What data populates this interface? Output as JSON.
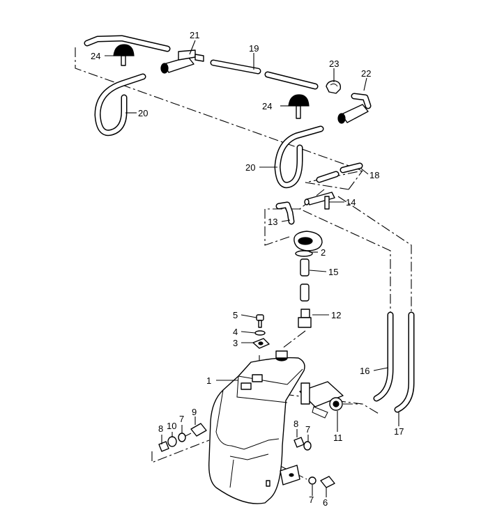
{
  "callouts": [
    {
      "id": "c1",
      "text": "1"
    },
    {
      "id": "c2",
      "text": "2"
    },
    {
      "id": "c3",
      "text": "3"
    },
    {
      "id": "c4",
      "text": "4"
    },
    {
      "id": "c5",
      "text": "5"
    },
    {
      "id": "c6",
      "text": "6"
    },
    {
      "id": "c7a",
      "text": "7"
    },
    {
      "id": "c7b",
      "text": "7"
    },
    {
      "id": "c7c",
      "text": "7"
    },
    {
      "id": "c8a",
      "text": "8"
    },
    {
      "id": "c8b",
      "text": "8"
    },
    {
      "id": "c9",
      "text": "9"
    },
    {
      "id": "c10",
      "text": "10"
    },
    {
      "id": "c11",
      "text": "11"
    },
    {
      "id": "c12",
      "text": "12"
    },
    {
      "id": "c13",
      "text": "13"
    },
    {
      "id": "c14",
      "text": "14"
    },
    {
      "id": "c15",
      "text": "15"
    },
    {
      "id": "c16",
      "text": "16"
    },
    {
      "id": "c17",
      "text": "17"
    },
    {
      "id": "c18",
      "text": "18"
    },
    {
      "id": "c19",
      "text": "19"
    },
    {
      "id": "c20a",
      "text": "20"
    },
    {
      "id": "c20b",
      "text": "20"
    },
    {
      "id": "c21",
      "text": "21"
    },
    {
      "id": "c22",
      "text": "22"
    },
    {
      "id": "c23",
      "text": "23"
    },
    {
      "id": "c24a",
      "text": "24"
    },
    {
      "id": "c24b",
      "text": "24"
    }
  ]
}
